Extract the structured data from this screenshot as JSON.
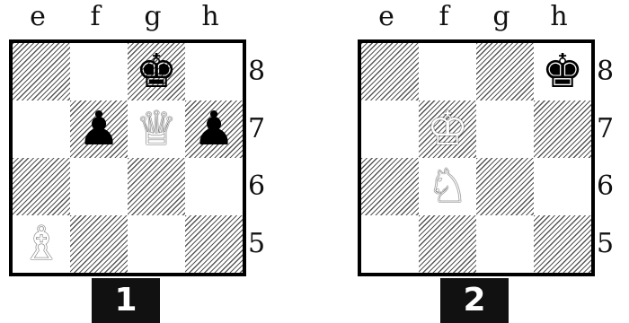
{
  "diagrams": [
    {
      "number": "1",
      "files": [
        "e",
        "f",
        "g",
        "h"
      ],
      "ranks": [
        "8",
        "7",
        "6",
        "5"
      ],
      "pieces": [
        {
          "square": "g8",
          "glyph": "♚",
          "color": "black",
          "name": "black-king"
        },
        {
          "square": "f7",
          "glyph": "♟",
          "color": "black",
          "name": "black-pawn"
        },
        {
          "square": "g7",
          "glyph": "♕",
          "color": "white",
          "name": "white-queen"
        },
        {
          "square": "h7",
          "glyph": "♟",
          "color": "black",
          "name": "black-pawn"
        },
        {
          "square": "e5",
          "glyph": "♗",
          "color": "white",
          "name": "white-bishop"
        }
      ]
    },
    {
      "number": "2",
      "files": [
        "e",
        "f",
        "g",
        "h"
      ],
      "ranks": [
        "8",
        "7",
        "6",
        "5"
      ],
      "pieces": [
        {
          "square": "h8",
          "glyph": "♚",
          "color": "black",
          "name": "black-king"
        },
        {
          "square": "f7",
          "glyph": "♔",
          "color": "white",
          "name": "white-king"
        },
        {
          "square": "f6",
          "glyph": "♘",
          "color": "white",
          "name": "white-knight"
        }
      ]
    }
  ],
  "colors": {
    "dark_hatch": "#555555",
    "border": "#000000",
    "label_bg": "#111111"
  }
}
